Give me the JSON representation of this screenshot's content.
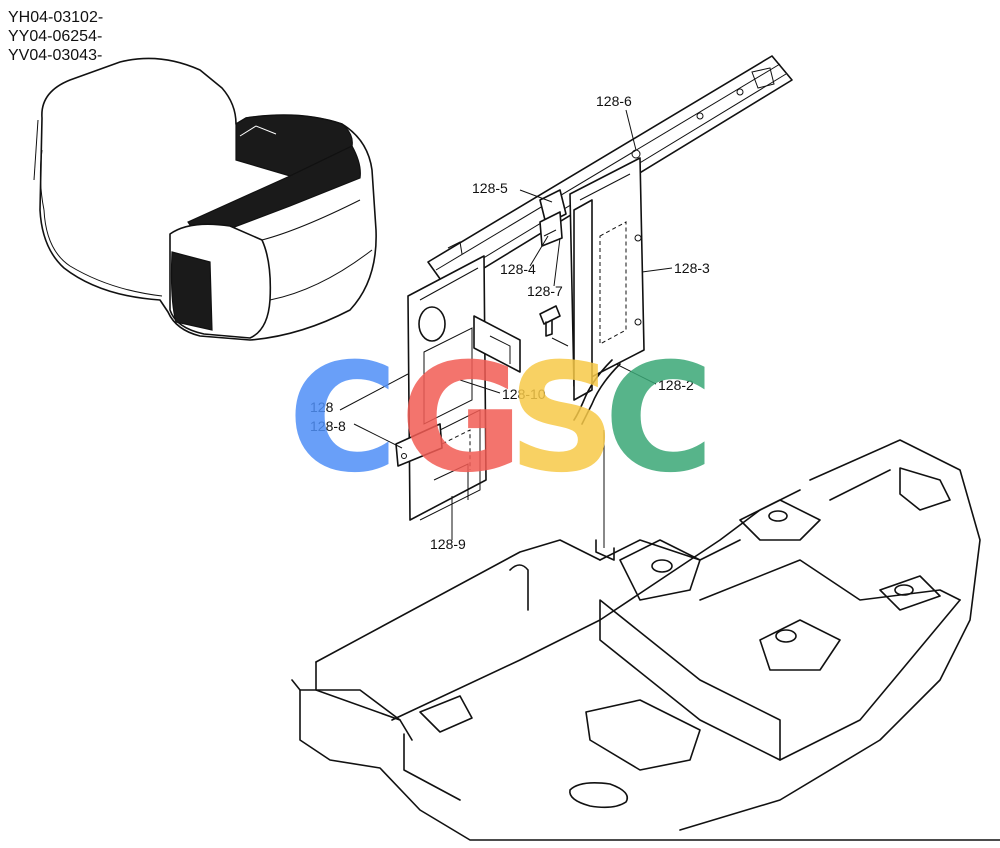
{
  "serial_numbers": [
    "YH04-03102-",
    "YY04-06254-",
    "YV04-03043-"
  ],
  "callouts": {
    "p128_6": "128-6",
    "p128_5": "128-5",
    "p128_4": "128-4",
    "p128_7": "128-7",
    "p128_3": "128-3",
    "p128_2": "128-2",
    "p128_10": "128-10",
    "p128": "128",
    "p128_8": "128-8",
    "p128_9": "128-9"
  },
  "watermark": {
    "letters": [
      "C",
      "G",
      "S",
      "C"
    ],
    "colors": [
      "#4f8ff7",
      "#f25c54",
      "#f7c948",
      "#3aa776"
    ]
  }
}
